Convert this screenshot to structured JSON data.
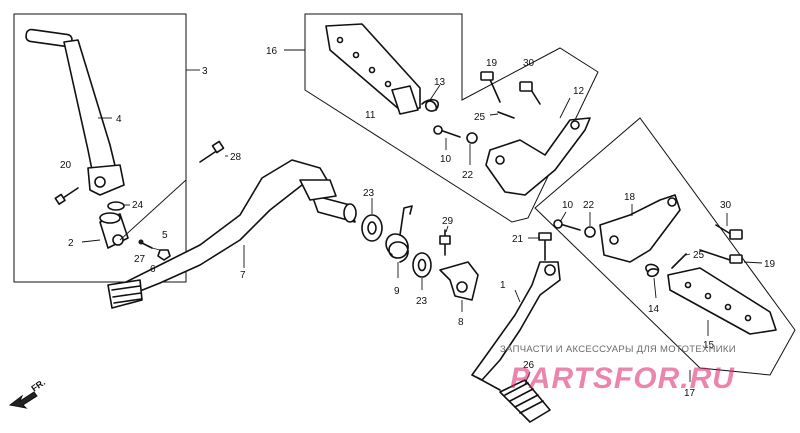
{
  "labels": {
    "c1": "1",
    "c2": "2",
    "c3": "3",
    "c4": "4",
    "c5": "5",
    "c6": "6",
    "c7": "7",
    "c8": "8",
    "c9": "9",
    "c10a": "10",
    "c10b": "10",
    "c11": "11",
    "c12": "12",
    "c13": "13",
    "c14": "14",
    "c15": "15",
    "c16": "16",
    "c17": "17",
    "c18": "18",
    "c19a": "19",
    "c19b": "19",
    "c20": "20",
    "c21": "21",
    "c22a": "22",
    "c22b": "22",
    "c23a": "23",
    "c23b": "23",
    "c24": "24",
    "c25a": "25",
    "c25b": "25",
    "c26": "26",
    "c27": "27",
    "c28": "28",
    "c29": "29",
    "c30a": "30",
    "c30b": "30"
  },
  "watermark": {
    "caption": "ЗАПЧАСТИ И АКСЕССУАРЫ ДЛЯ МОТОТЕХНИКИ",
    "logo": "PARTSFOR.RU"
  },
  "direction": {
    "text": "FR."
  }
}
